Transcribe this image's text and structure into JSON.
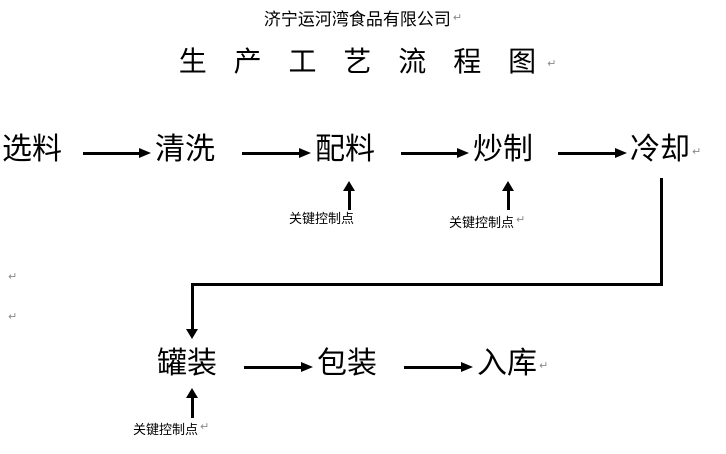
{
  "document": {
    "company_title": "济宁运河湾食品有限公司",
    "doc_title": "生 产 工 艺 流 程 图",
    "pilcrow": "↵"
  },
  "flow": {
    "row1": [
      {
        "label": "选料"
      },
      {
        "label": "清洗"
      },
      {
        "label": "配料"
      },
      {
        "label": "炒制"
      },
      {
        "label": "冷却"
      }
    ],
    "row2": [
      {
        "label": "罐装"
      },
      {
        "label": "包装"
      },
      {
        "label": "入库"
      }
    ]
  },
  "annotations": {
    "ccp_peiliao": "关键控制点",
    "ccp_chaozhi": "关键控制点",
    "ccp_guanzhuang": "关键控制点"
  },
  "colors": {
    "ink": "#000000",
    "pilcrow": "#8a8a8a",
    "page": "#ffffff"
  }
}
